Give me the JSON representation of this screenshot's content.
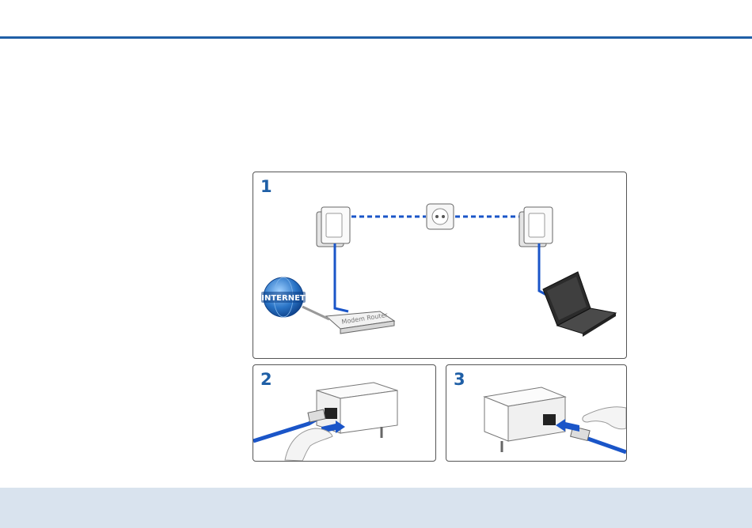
{
  "page": {
    "rule_color": "#1f5fa6",
    "band_color": "#d9e3ee"
  },
  "figure": {
    "accent_color": "#1a55c8",
    "panels": [
      {
        "number": "1",
        "icons": [
          "powerline-adapter-icon",
          "wall-socket-icon",
          "powerline-adapter-icon",
          "internet-globe-icon",
          "router-icon",
          "laptop-icon"
        ]
      },
      {
        "number": "2",
        "icons": [
          "powerline-adapter-icon",
          "network-cable-icon",
          "hand-icon",
          "arrow-icon"
        ]
      },
      {
        "number": "3",
        "icons": [
          "powerline-adapter-icon",
          "network-cable-icon",
          "hand-icon",
          "arrow-icon"
        ]
      }
    ],
    "globe_label": "INTERNET",
    "router_label": "Modem Router"
  }
}
